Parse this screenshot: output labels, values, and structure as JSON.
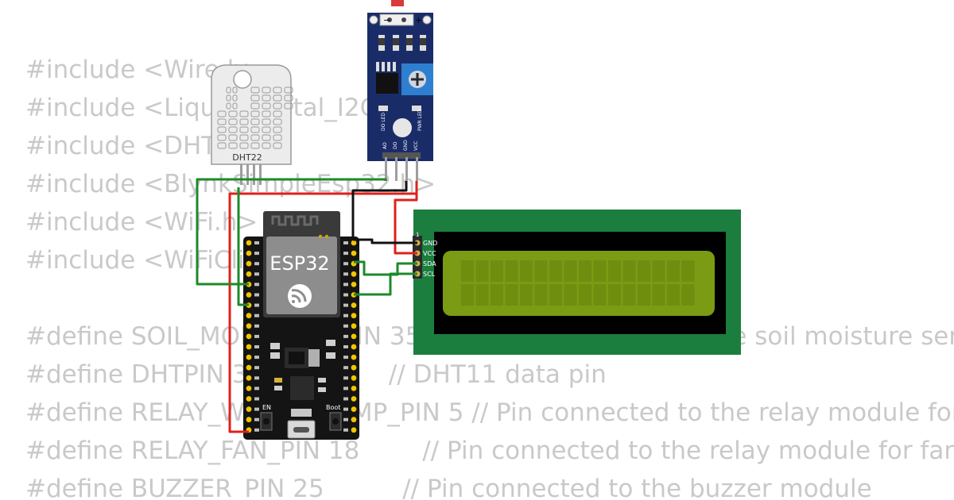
{
  "code_lines": [
    "#include <Wire.h>",
    "#include <LiquidCrystal_I2C.h>",
    "#include <DHT.h>",
    "#include <BlynkSimpleEsp32.h>",
    "#include <WiFi.h>",
    "#include <WiFiClient.h>",
    "",
    "#define SOIL_MOISTURE_PIN 35      // Pin connected to the soil moisture sensor",
    "#define DHTPIN 32                // DHT11 data pin",
    "#define RELAY_WATER_PUMP_PIN 5 // Pin connected to the relay module for",
    "#define RELAY_FAN_PIN 18        // Pin connected to the relay module for fan",
    "#define BUZZER_PIN 25          // Pin connected to the buzzer module"
  ],
  "components": {
    "dht22": {
      "label": "DHT22"
    },
    "esp32": {
      "label": "ESP32",
      "boot_label": "Boot",
      "en_label": "EN"
    },
    "soil_sensor": {
      "top_minus": "−",
      "top_plus": "+",
      "pin_labels": [
        "AO",
        "DO",
        "GND",
        "VCC"
      ],
      "led_labels": [
        "DO LED",
        "PWR LED"
      ]
    },
    "lcd": {
      "pin1_label": "1",
      "pin_labels": [
        "GND",
        "VCC",
        "SDA",
        "SCL"
      ]
    }
  },
  "colors": {
    "code_text": "#c9c9c9",
    "wire_red": "#e0201a",
    "wire_black": "#111111",
    "wire_green": "#1c8a2a",
    "lcd_board": "#1b7e3e",
    "lcd_screen": "#7a9b13",
    "esp_board": "#141414",
    "sensor_board": "#1a2c68"
  }
}
